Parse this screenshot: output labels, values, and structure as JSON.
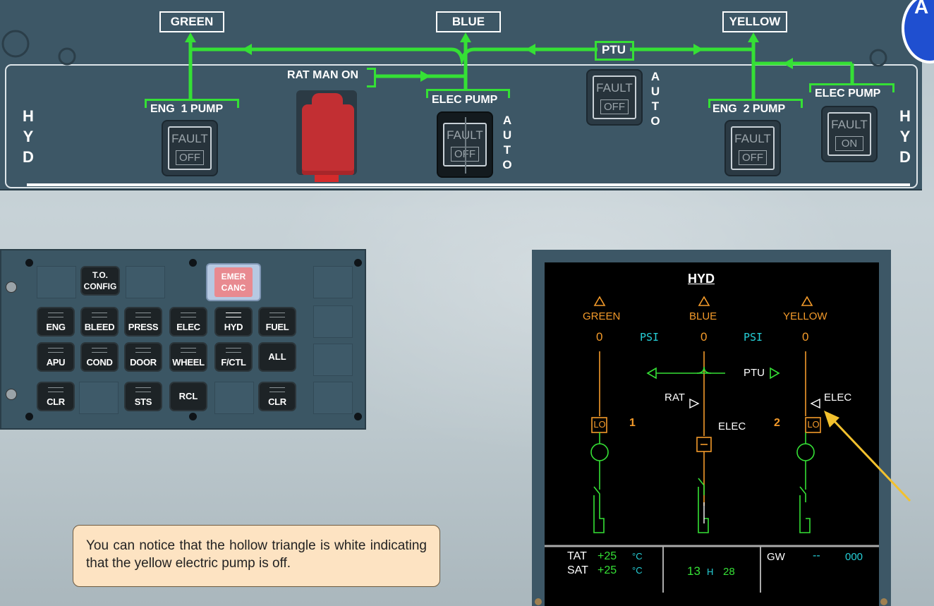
{
  "overhead": {
    "side_label": "HYD",
    "systems": {
      "green": "GREEN",
      "blue": "BLUE",
      "yellow": "YELLOW"
    },
    "ptu_label": "PTU",
    "rat_label": "RAT MAN ON",
    "eng1_label": "ENG  1 PUMP",
    "eng2_label": "ENG  2 PUMP",
    "blue_elec_label": "ELEC PUMP",
    "yellow_elec_label": "ELEC PUMP",
    "auto_label": "AUTO",
    "buttons": {
      "eng1": {
        "top": "FAULT",
        "bottom": "OFF"
      },
      "blue_elec": {
        "top": "FAULT",
        "bottom": "OFF"
      },
      "ptu": {
        "top": "FAULT",
        "bottom": "OFF"
      },
      "eng2": {
        "top": "FAULT",
        "bottom": "OFF"
      },
      "yellow_elec": {
        "top": "FAULT",
        "bottom": "ON"
      }
    }
  },
  "ecp": {
    "to_config": "T.O.\nCONFIG",
    "emer_canc": "EMER\nCANC",
    "row1": [
      "ENG",
      "BLEED",
      "PRESS",
      "ELEC",
      "HYD",
      "FUEL"
    ],
    "row2": [
      "APU",
      "COND",
      "DOOR",
      "WHEEL",
      "F/CTL",
      "ALL"
    ],
    "row3": [
      "CLR",
      "STS",
      "RCL",
      "CLR"
    ]
  },
  "ecam": {
    "title": "HYD",
    "green": "GREEN",
    "blue": "BLUE",
    "yellow": "YELLOW",
    "green_psi": "0",
    "blue_psi": "0",
    "yellow_psi": "0",
    "psi_unit": "PSI",
    "ptu": "PTU",
    "rat": "RAT",
    "elec_blue": "ELEC",
    "elec_yellow": "ELEC",
    "lo": "LO",
    "eng1_num": "1",
    "eng2_num": "2",
    "tat_label": "TAT",
    "tat_value": "+25",
    "sat_label": "SAT",
    "sat_value": "+25",
    "temp_unit": "°C",
    "time_h": "13",
    "time_sep": "H",
    "time_m": "28",
    "gw_label": "GW",
    "gw_value": "--",
    "gw_digits": "000"
  },
  "note": "You can notice that the hollow triangle is white indicating that the yellow electric pump is off.",
  "logo_text": "A",
  "colors": {
    "green": "#35e035",
    "amber": "#f39a2a",
    "cyan": "#26d0d8",
    "arrow": "#f2c12e",
    "panel": "#3d5766"
  }
}
